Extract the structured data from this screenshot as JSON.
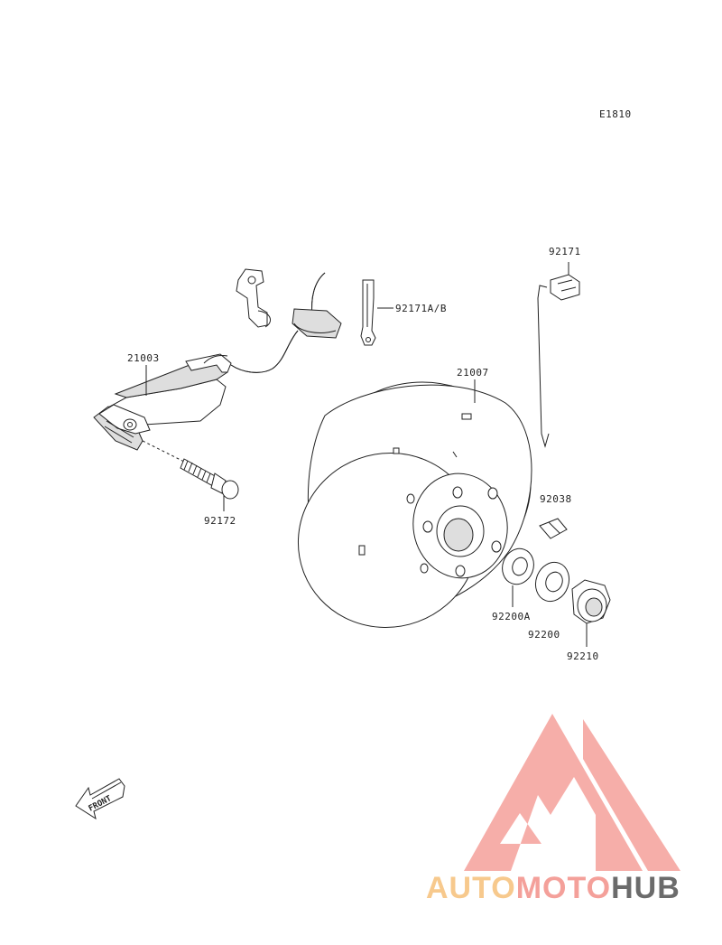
{
  "diagram": {
    "code": "E1810",
    "front_label": "FRONT",
    "parts": [
      {
        "id": "21003",
        "label": "21003"
      },
      {
        "id": "92171AB",
        "label": "92171A/B"
      },
      {
        "id": "92171",
        "label": "92171"
      },
      {
        "id": "21007",
        "label": "21007"
      },
      {
        "id": "92038",
        "label": "92038"
      },
      {
        "id": "92172",
        "label": "92172"
      },
      {
        "id": "92200A",
        "label": "92200A"
      },
      {
        "id": "92200",
        "label": "92200"
      },
      {
        "id": "92210",
        "label": "92210"
      }
    ]
  },
  "watermark": {
    "part1": "AUTO",
    "part2": "MOTO",
    "part3": "HUB",
    "colors": {
      "auto": "#f7c98d",
      "moto": "#f4a09a",
      "hub": "#6b6b6b",
      "logo": "#f4a09a"
    }
  }
}
